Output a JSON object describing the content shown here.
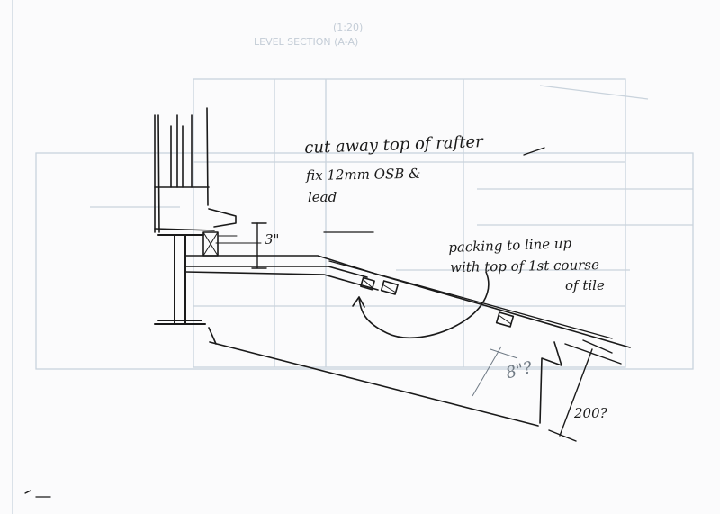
{
  "sketch": {
    "note_cut_away": "cut away top of rafter",
    "note_fix_osb": "fix 12mm OSB &",
    "note_lead": "lead",
    "note_packing_1": "packing to line up",
    "note_packing_2": "with top of 1st course",
    "note_packing_3": "of tile",
    "dim_step": "3\"",
    "dim_depth": "8\"?",
    "dim_rafter": "200?"
  },
  "show_through": {
    "sheet_ref": "(1:20)",
    "heading": "LEVEL SECTION (A-A)"
  },
  "colors": {
    "ink": "#1a1a1a",
    "ghost_lines": "#c9d3dc",
    "paper": "#fbfbfc"
  }
}
